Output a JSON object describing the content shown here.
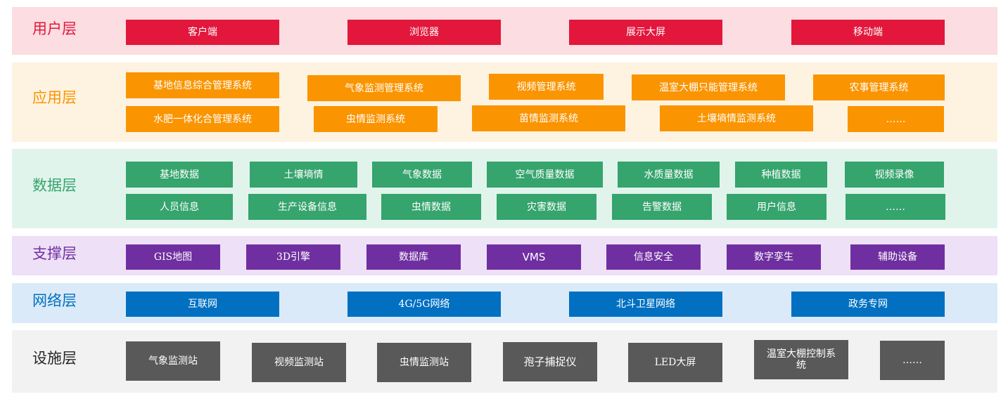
{
  "colors": {
    "user": {
      "band": "#fbdde2",
      "label": "#e2173b",
      "box": "#e2173b"
    },
    "app": {
      "band": "#fef3e1",
      "label": "#fa9400",
      "box": "#fa9400"
    },
    "data": {
      "band": "#e1f4ec",
      "label": "#35a46d",
      "box": "#35a46d"
    },
    "support": {
      "band": "#ede0f7",
      "label": "#702fa0",
      "box": "#702fa0"
    },
    "network": {
      "band": "#dbeaf8",
      "label": "#0170c1",
      "box": "#0170c1"
    },
    "infra": {
      "band": "#f2f2f2",
      "label": "#262626",
      "box": "#595959"
    }
  },
  "user_layer": {
    "label": "用户层",
    "items": [
      "客户端",
      "浏览器",
      "展示大屏",
      "移动端"
    ]
  },
  "app_layer": {
    "label": "应用层",
    "items": [
      "基地信息综合管理系统",
      "气象监测管理系统",
      "视频管理系统",
      "温室大棚只能管理系统",
      "农事管理系统",
      "水肥一体化合管理系统",
      "虫情监测系统",
      "苗情监测系统",
      "土壤墒情监测系统",
      "……"
    ]
  },
  "data_layer": {
    "label": "数据层",
    "items": [
      "基地数据",
      "土壤墒情",
      "气象数据",
      "空气质量数据",
      "水质量数据",
      "种植数据",
      "视频录像",
      "人员信息",
      "生产设备信息",
      "虫情数据",
      "灾害数据",
      "告警数据",
      "用户信息",
      "……"
    ]
  },
  "support_layer": {
    "label": "支撑层",
    "items": [
      "GIS地图",
      "3D引擎",
      "数据库",
      "VMS",
      "信息安全",
      "数字孪生",
      "辅助设备"
    ]
  },
  "network_layer": {
    "label": "网络层",
    "items": [
      "互联网",
      "4G/5G网络",
      "北斗卫星网络",
      "政务专网"
    ]
  },
  "infra_layer": {
    "label": "设施层",
    "items": [
      "气象监测站",
      "视频监测站",
      "虫情监测站",
      "孢子捕捉仪",
      "LED大屏",
      "温室大棚控制系统",
      "……"
    ]
  }
}
